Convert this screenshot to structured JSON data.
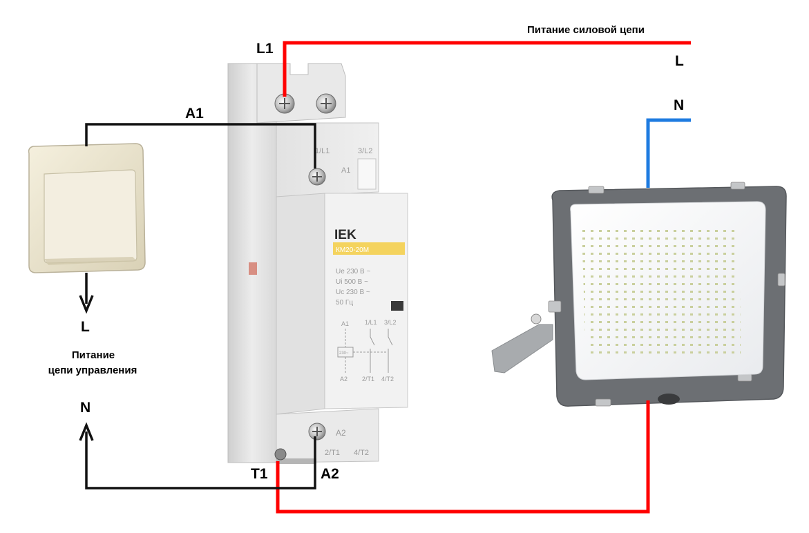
{
  "labels": {
    "power_circuit": "Питание силовой цепи",
    "L_power": "L",
    "N_power": "N",
    "L1": "L1",
    "A1": "A1",
    "T1": "T1",
    "A2": "A2",
    "L_control": "L",
    "N_control": "N",
    "control_circuit_line1": "Питание",
    "control_circuit_line2": "цепи управления"
  },
  "contactor": {
    "brand": "IEK",
    "model": "КМ20-20М",
    "specs": [
      "Ue 230 В ~",
      "Ui 500 В ~",
      "Uc 230 В ~",
      "50 Гц"
    ],
    "top_terminals": [
      "1/L1",
      "3/L2"
    ],
    "coil_terminal_top": "A1",
    "bottom_terminals": [
      "A2",
      "2/T1",
      "4/T2"
    ],
    "schematic_labels": {
      "a1": "A1",
      "l1": "1/L1",
      "l2": "3/L2",
      "a2": "A2",
      "t1": "2/T1",
      "t2": "4/T2",
      "coil": "230~"
    }
  },
  "wires": {
    "phase_color": "#ff0000",
    "neutral_color": "#1e7be0",
    "control_color": "#111111"
  },
  "colors": {
    "contactor_body": "#e4e4e4",
    "contactor_label": "#f4d35e",
    "switch_body": "#ece5cf",
    "flood_frame": "#6c6f73",
    "flood_panel": "#f7f7f7",
    "led": "#d8ddb8"
  }
}
